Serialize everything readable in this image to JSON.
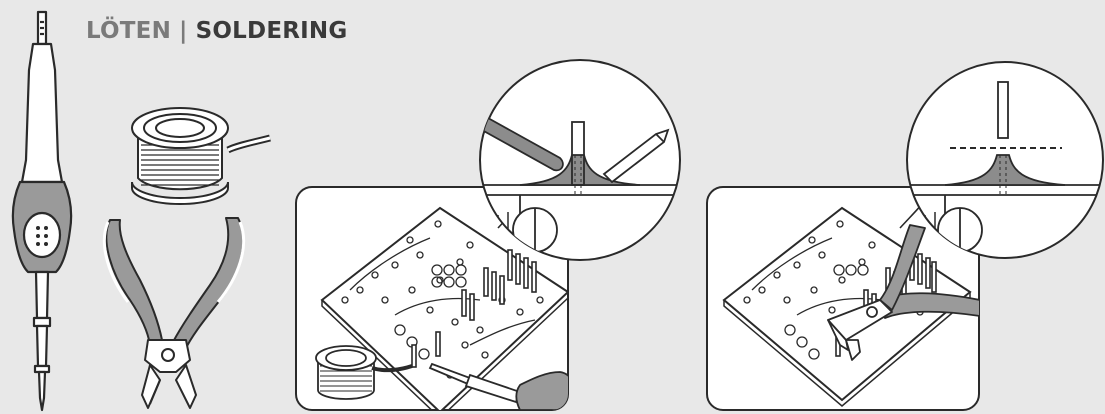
{
  "title": {
    "german": "LÖTEN",
    "separator": "|",
    "english": "SOLDERING"
  },
  "colors": {
    "background": "#e8e8e8",
    "outline": "#2a2a2a",
    "white": "#ffffff",
    "grip_gray": "#9a9a9a",
    "solder_fill": "#8c8c8c",
    "title_gray": "#7a7a7a",
    "title_dark": "#3a3a3a"
  },
  "illustrations": [
    "soldering-iron-icon",
    "solder-wire-spool-icon",
    "side-cutter-pliers-icon",
    "soldering-step-panel",
    "cutting-leads-step-panel"
  ]
}
